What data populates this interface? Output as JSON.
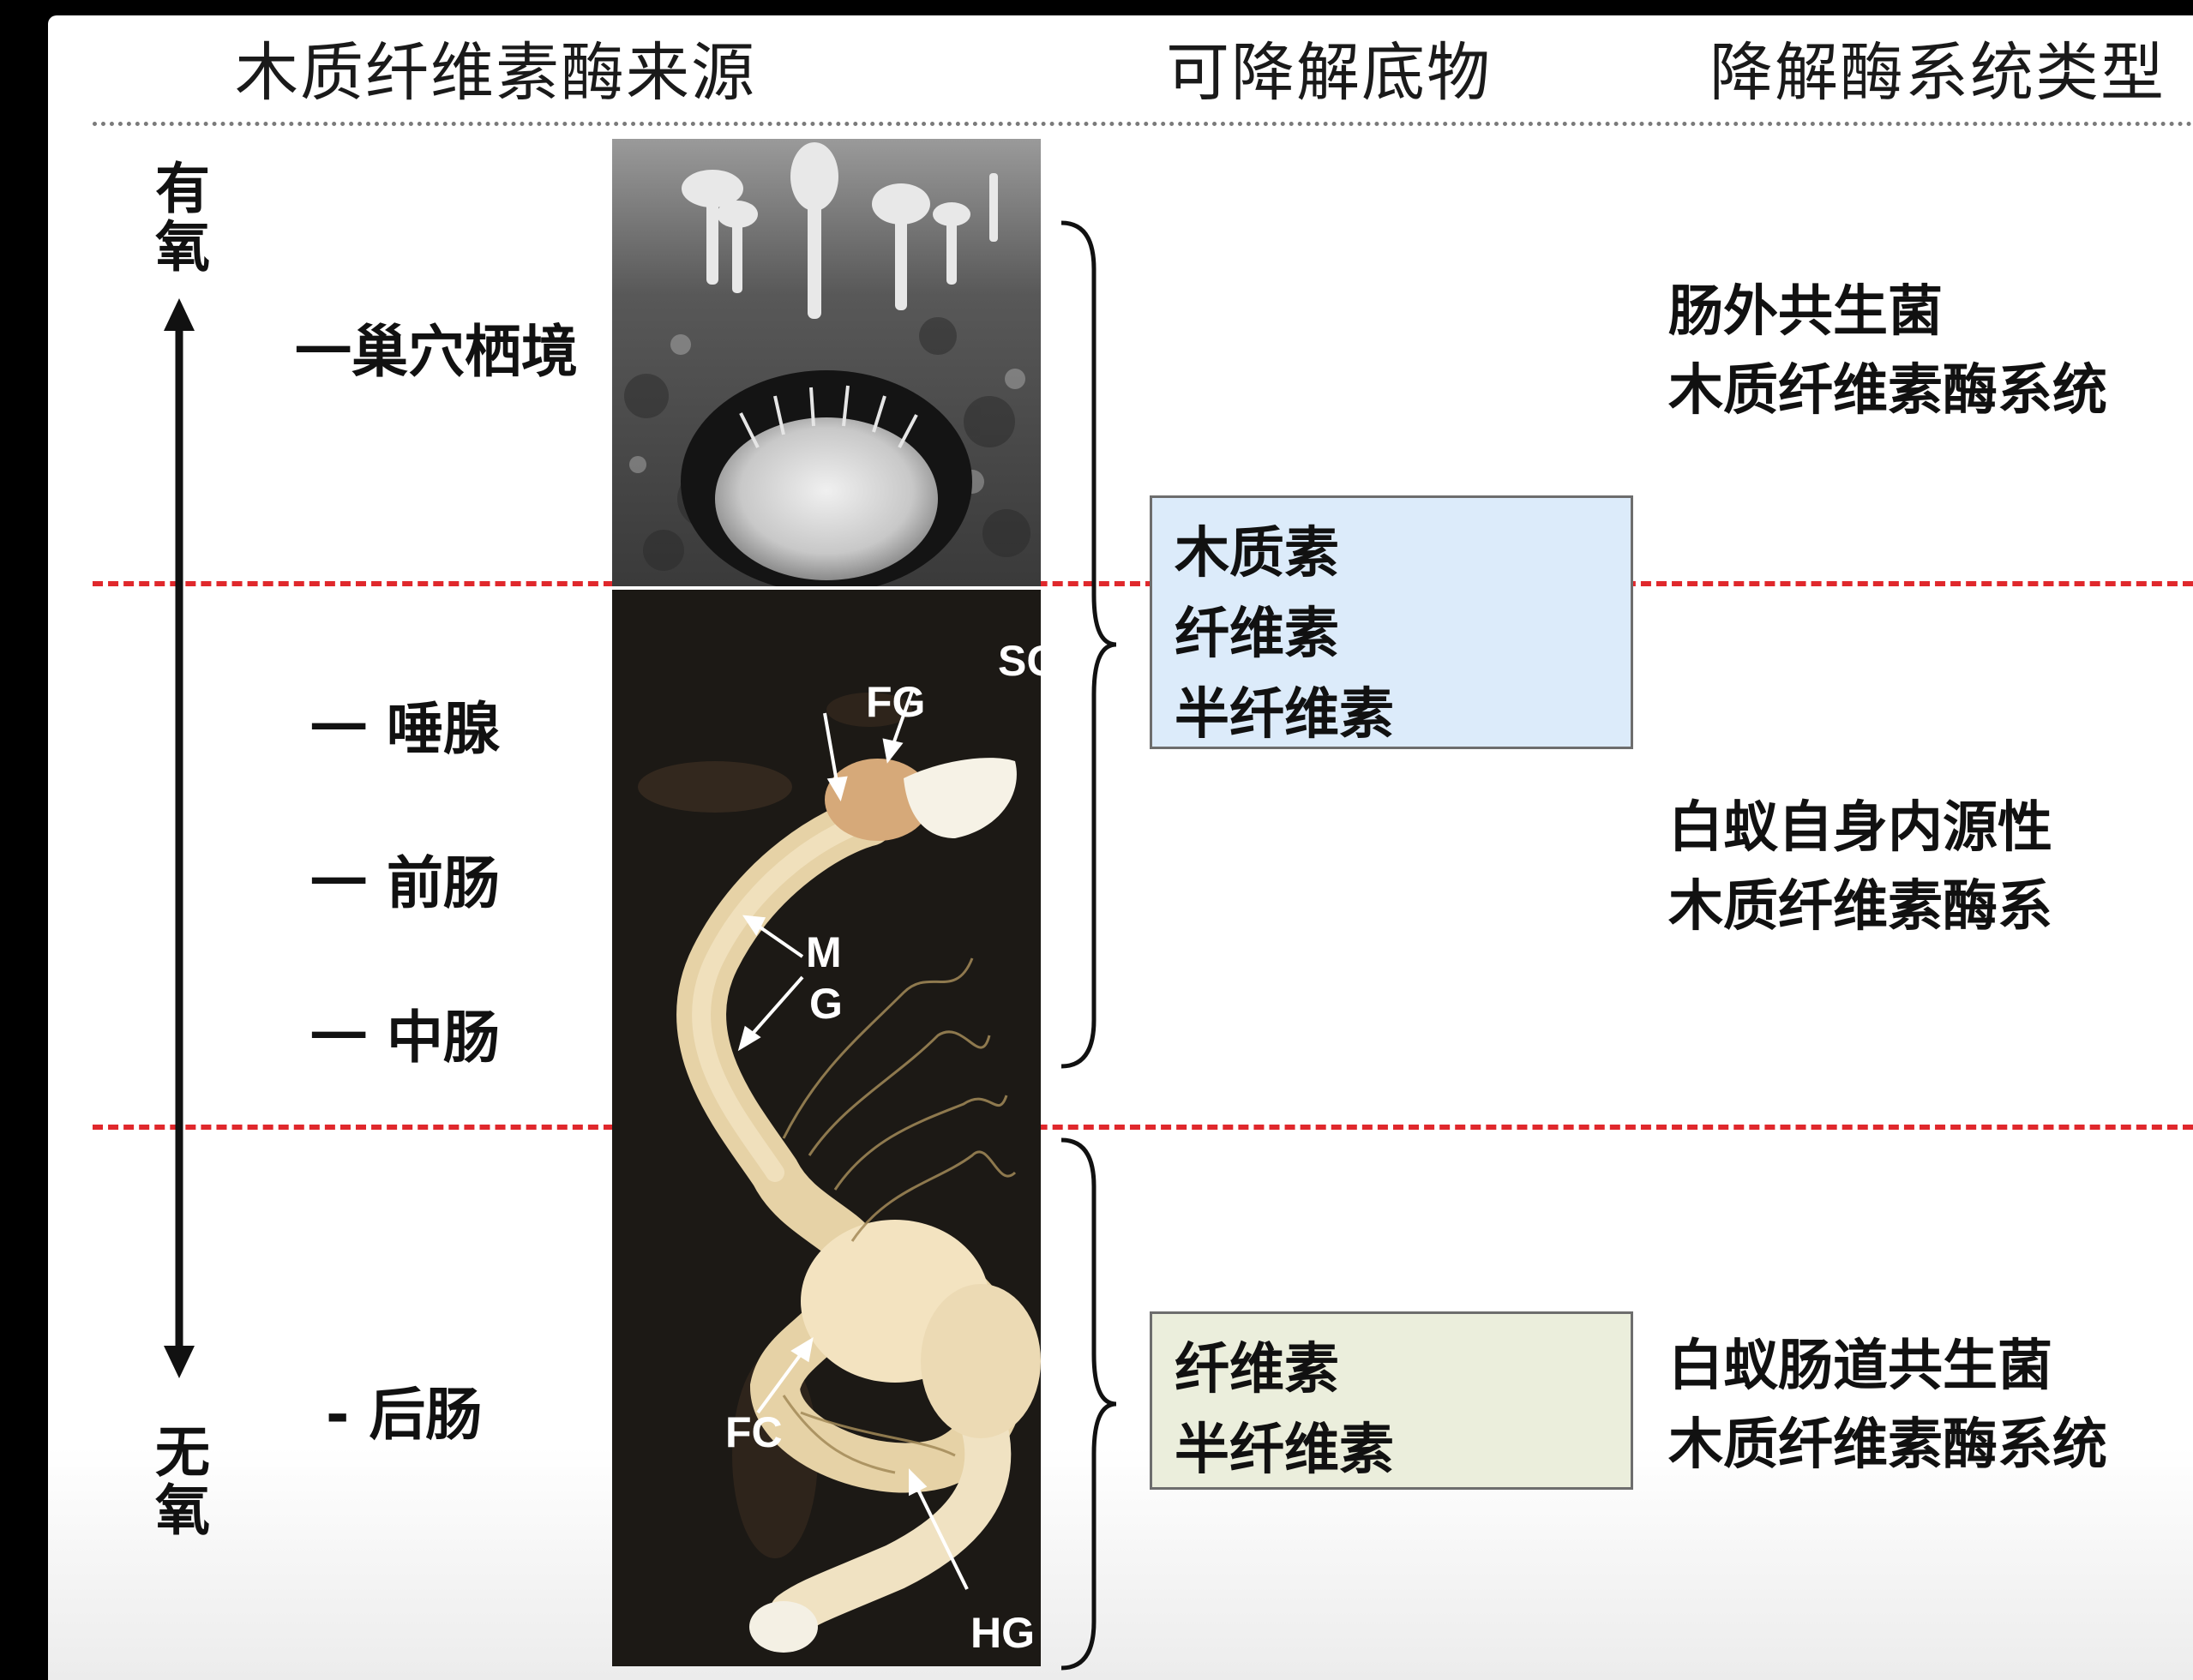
{
  "headers": {
    "source": "木质纤维素酶来源",
    "substrate": "可降解底物",
    "system_type": "降解酶系统类型"
  },
  "axis": {
    "aerobic": "有氧",
    "anaerobic": "无氧"
  },
  "left_labels": [
    "一巢穴栖境",
    "一 唾腺",
    "一 前肠",
    "一 中肠",
    "- 后肠"
  ],
  "gut_labels": {
    "sg": "SG",
    "fg": "FG",
    "mg_m": "M",
    "mg_g": "G",
    "fc": "FC",
    "hg": "HG"
  },
  "substrate_boxes": [
    {
      "lines": [
        "木质素",
        "纤维素",
        "半纤维素"
      ],
      "bg_color": "#dcebfa"
    },
    {
      "lines": [
        "纤维素",
        "半纤维素"
      ],
      "bg_color": "#ebeedc"
    }
  ],
  "system_types": [
    {
      "lines": [
        "肠外共生菌",
        "木质纤维素酶系统"
      ]
    },
    {
      "lines": [
        "白蚁自身内源性",
        "木质纤维素酶系"
      ]
    },
    {
      "lines": [
        "白蚁肠道共生菌",
        "木质纤维素酶系统"
      ]
    }
  ],
  "colors": {
    "divider_red": "#e0282c",
    "header_rule": "#7a7a7a"
  },
  "images": [
    {
      "name": "fungus-comb-nest-photo"
    },
    {
      "name": "termite-gut-dissection-photo"
    }
  ]
}
